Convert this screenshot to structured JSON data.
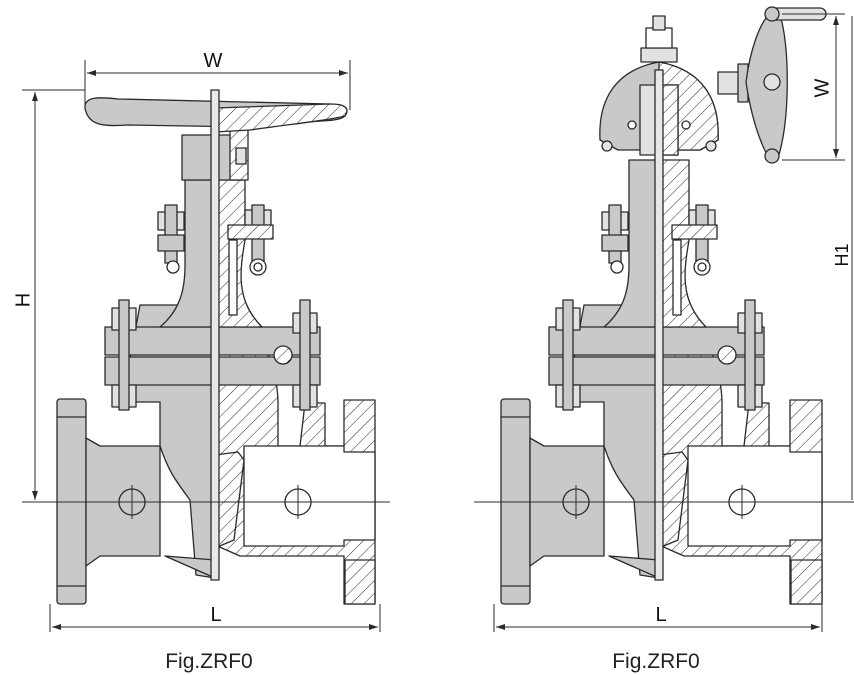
{
  "figures": [
    {
      "caption": "Fig.ZRF0",
      "dimensions": {
        "width": "W",
        "height": "H",
        "length": "L"
      },
      "operator": "handwheel"
    },
    {
      "caption": "Fig.ZRF0",
      "dimensions": {
        "width": "W",
        "height": "H1",
        "length": "L"
      },
      "operator": "bevel-gear-handwheel"
    }
  ],
  "colors": {
    "line": "#2a2a2a",
    "fill": "#c9c9c9",
    "fill_light": "#e2e2e2",
    "background": "#ffffff"
  }
}
